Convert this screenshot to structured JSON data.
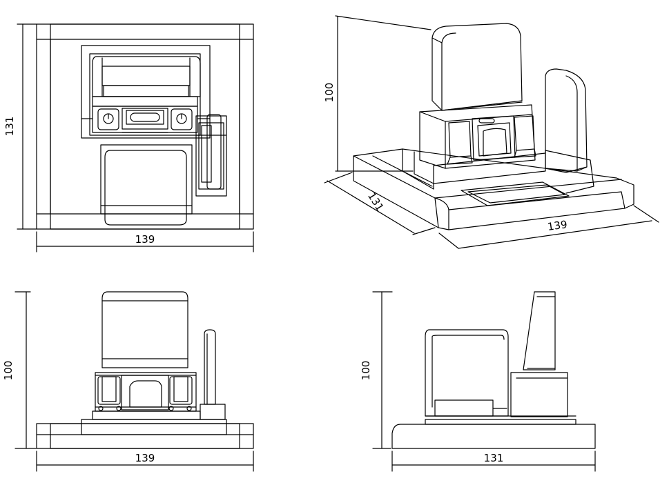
{
  "drawing": {
    "background": "#ffffff",
    "line_color": "#000000",
    "views": [
      {
        "name": "top-view",
        "dims": {
          "width": "139",
          "depth": "131"
        }
      },
      {
        "name": "isometric-view",
        "dims": {
          "height": "100",
          "depth": "131",
          "width": "139"
        }
      },
      {
        "name": "front-view",
        "dims": {
          "width": "139",
          "height": "100"
        }
      },
      {
        "name": "side-view",
        "dims": {
          "depth": "131",
          "height": "100"
        }
      }
    ]
  }
}
